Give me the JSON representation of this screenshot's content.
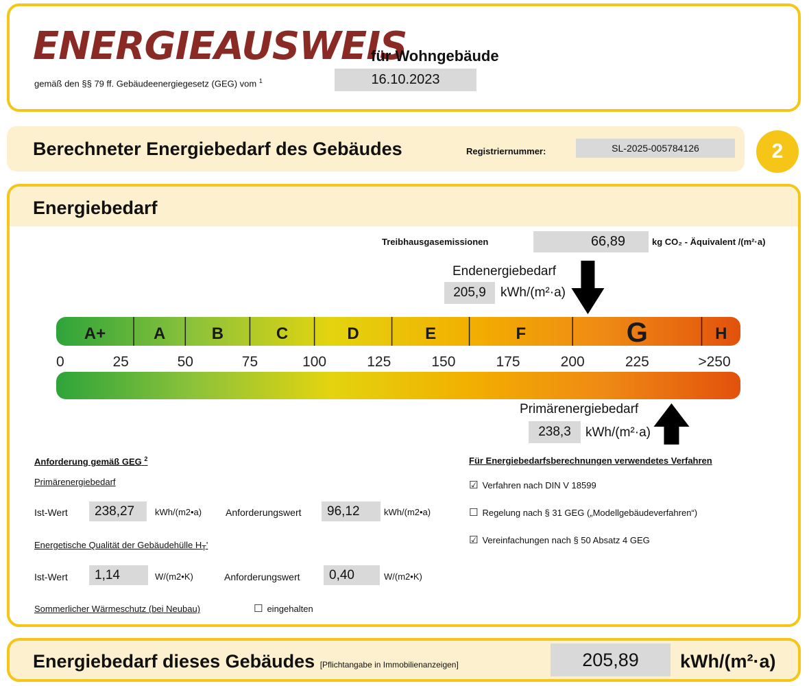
{
  "header": {
    "title": "ENERGIEAUSWEIS",
    "subtitle": "für Wohngebäude",
    "legal_text": "gemäß den §§ 79 ff. Gebäudeenergiegesetz (GEG) vom",
    "legal_footnote": "1",
    "date": "16.10.2023"
  },
  "section": {
    "title": "Berechneter Energiebedarf des Gebäudes",
    "registry_label": "Registriernummer:",
    "registry_number": "SL-2025-005784126",
    "page_badge": "2"
  },
  "energiebedarf": {
    "title": "Energiebedarf",
    "co2_label": "Treibhausgasemissionen",
    "co2_value": "66,89",
    "co2_unit": "kg CO₂ - Äquivalent /(m²·a)",
    "end_label": "Endenergiebedarf",
    "end_value": "205,9",
    "end_unit": "kWh/(m²·a)",
    "primary_label": "Primärenergiebedarf",
    "primary_value": "238,3",
    "primary_unit": "kWh/(m²·a)"
  },
  "chart_data": {
    "type": "bar",
    "classes": [
      "A+",
      "A",
      "B",
      "C",
      "D",
      "E",
      "F",
      "G",
      "H"
    ],
    "class_bounds": [
      0,
      30,
      50,
      75,
      100,
      130,
      160,
      200,
      250,
      270
    ],
    "highlighted_class": "G",
    "ticks": [
      "0",
      "25",
      "50",
      "75",
      "100",
      "125",
      "150",
      "175",
      "200",
      "225",
      ">250"
    ],
    "tick_values": [
      0,
      25,
      50,
      75,
      100,
      125,
      150,
      175,
      200,
      225,
      250
    ],
    "xlim": [
      0,
      265
    ],
    "end_energy_marker": 205.9,
    "primary_energy_marker": 238.3,
    "gradient_colors": [
      "#2ea43a",
      "#8cc23a",
      "#e3d40f",
      "#f2b000",
      "#ef8a14",
      "#e2510c"
    ]
  },
  "requirements": {
    "title": "Anforderung gemäß GEG",
    "title_footnote": "2",
    "primary_subtitle": "Primärenergiebedarf",
    "ist_label": "Ist-Wert",
    "anf_label": "Anforderungswert",
    "primary_ist": "238,27",
    "primary_unit": "kWh/(m2•a)",
    "primary_anf": "96,12",
    "hull_subtitle": "Energetische Qualität der Gebäudehülle H",
    "hull_subscript": "T",
    "hull_prime": "'",
    "hull_ist": "1,14",
    "hull_unit": "W/(m2•K)",
    "hull_anf": "0,40",
    "summer_label": "Sommerlicher Wärmeschutz (bei Neubau)",
    "summer_status": "eingehalten"
  },
  "procedures": {
    "title": "Für Energiebedarfsberechnungen verwendetes Verfahren",
    "items": [
      {
        "checked": true,
        "label": "Verfahren nach DIN V 18599"
      },
      {
        "checked": false,
        "label": "Regelung nach § 31 GEG („Modellgebäudeverfahren“)"
      },
      {
        "checked": true,
        "label": "Vereinfachungen nach § 50 Absatz 4 GEG"
      }
    ]
  },
  "footer": {
    "title": "Energiebedarf dieses Gebäudes",
    "note": "[Pflichtangabe in Immobilienanzeigen]",
    "value": "205,89",
    "unit": "kWh/(m²·a)"
  }
}
